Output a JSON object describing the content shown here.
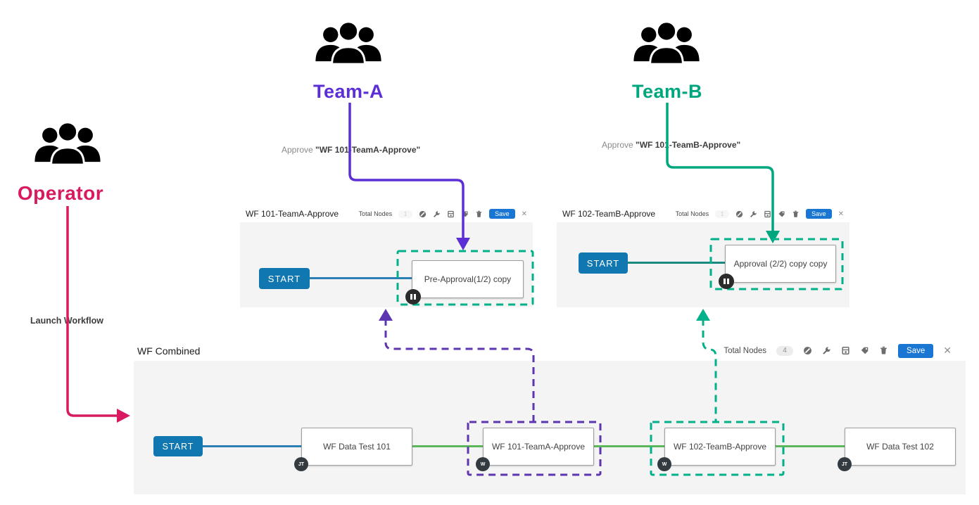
{
  "actors": {
    "operator": {
      "label": "Operator"
    },
    "team_a": {
      "label": "Team-A"
    },
    "team_b": {
      "label": "Team-B"
    }
  },
  "annotations": {
    "team_a_prefix": "Approve ",
    "team_a_target": "\"WF 101-TeamA-Approve\"",
    "team_b_prefix": "Approve ",
    "team_b_target": "\"WF 101-TeamB-Approve\"",
    "launch_workflow": "Launch Workflow"
  },
  "toolbar_icons": [
    "circle-slash",
    "wrench",
    "book",
    "tag",
    "trash"
  ],
  "panels": {
    "team_a": {
      "title": "WF 101-TeamA-Approve",
      "total_nodes_label": "Total Nodes",
      "total_nodes_count": "1",
      "save": "Save",
      "close": "✕",
      "start": "START",
      "node_label": "Pre-Approval(1/2) copy"
    },
    "team_b": {
      "title": "WF 102-TeamB-Approve",
      "total_nodes_label": "Total Nodes",
      "total_nodes_count": "1",
      "save": "Save",
      "close": "✕",
      "start": "START",
      "node_label": "Approval (2/2) copy copy"
    },
    "combined": {
      "title": "WF Combined",
      "total_nodes_label": "Total Nodes",
      "total_nodes_count": "4",
      "save": "Save",
      "close": "✕",
      "start": "START",
      "nodes": [
        {
          "label": "WF Data Test 101",
          "badge": "JT"
        },
        {
          "label": "WF 101-TeamA-Approve",
          "badge": "W"
        },
        {
          "label": "WF 102-TeamB-Approve",
          "badge": "W"
        },
        {
          "label": "WF Data Test 102",
          "badge": "JT"
        }
      ]
    }
  },
  "colors": {
    "operator_pink": "#d81b60",
    "team_a_purple": "#5c2ed6",
    "team_b_teal": "#00a67e",
    "dashed_teal": "#00b189",
    "dashed_purple": "#5e35b1",
    "start_blue": "#1177b0",
    "save_blue": "#1976d2",
    "link_blue": "#2b7fb5",
    "link_teal": "#1a8a80",
    "link_green": "#5cb75c"
  }
}
